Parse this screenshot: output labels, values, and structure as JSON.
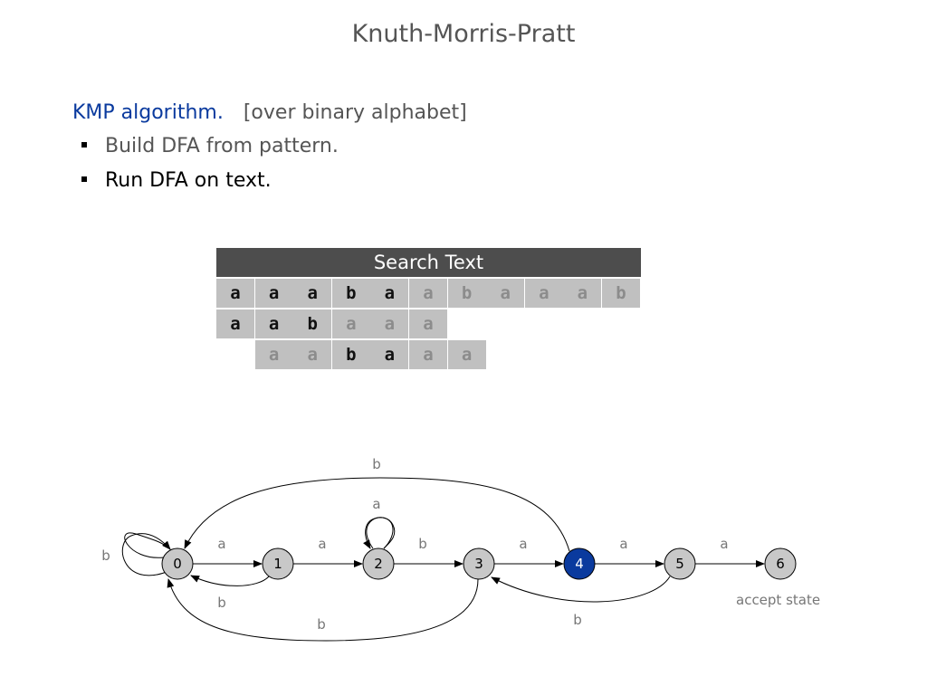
{
  "title": "Knuth-Morris-Pratt",
  "heading": {
    "label": "KMP algorithm.",
    "note": "[over binary alphabet]"
  },
  "bullets": [
    "Build DFA from pattern.",
    "Run DFA on text."
  ],
  "table": {
    "header": "Search Text",
    "text_row": [
      "a",
      "a",
      "a",
      "b",
      "a",
      "a",
      "b",
      "a",
      "a",
      "a",
      "b"
    ],
    "text_row_highlight": [
      true,
      true,
      true,
      true,
      true,
      false,
      false,
      false,
      false,
      false,
      false
    ],
    "row2": [
      "a",
      "a",
      "b",
      "a",
      "a",
      "a"
    ],
    "row2_highlight": [
      true,
      true,
      true,
      false,
      false,
      false
    ],
    "row3": [
      "a",
      "a",
      "b",
      "a",
      "a",
      "a"
    ],
    "row3_highlight": [
      false,
      false,
      true,
      true,
      false,
      false
    ]
  },
  "dfa": {
    "states": [
      "0",
      "1",
      "2",
      "3",
      "4",
      "5",
      "6"
    ],
    "current_state": "4",
    "accept_label": "accept state",
    "edge_labels": {
      "t01": "a",
      "t12": "a",
      "t23": "b",
      "t34": "a",
      "t45": "a",
      "t56": "a",
      "self0": "b",
      "self2": "a",
      "back10": "b",
      "back30": "b",
      "back40": "b",
      "back53": "b"
    }
  },
  "colors": {
    "current_state": "#0a3a9e",
    "node": "#c8c8c8",
    "header": "#4d4d4d",
    "kmp": "#0a3a9e"
  }
}
